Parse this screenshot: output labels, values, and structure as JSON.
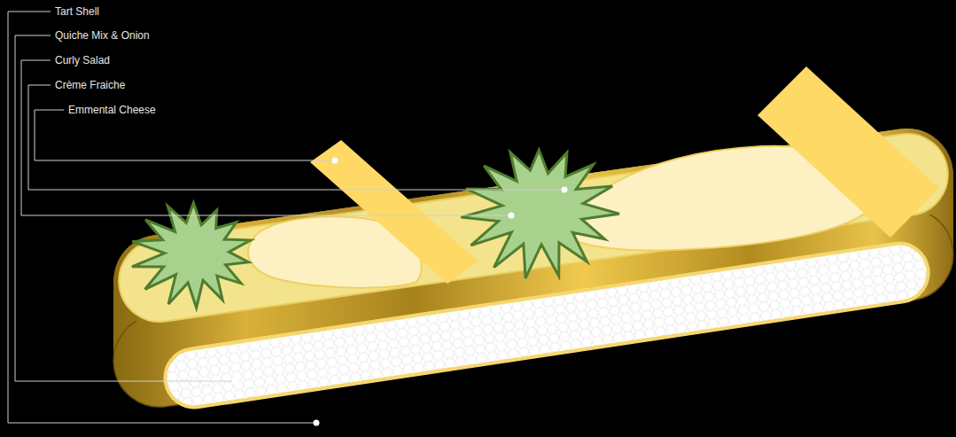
{
  "diagram": {
    "labels": [
      "Tart Shell",
      "Quiche Mix & Onion",
      "Curly Salad",
      "Crème Fraiche",
      "Emmental Cheese"
    ]
  }
}
